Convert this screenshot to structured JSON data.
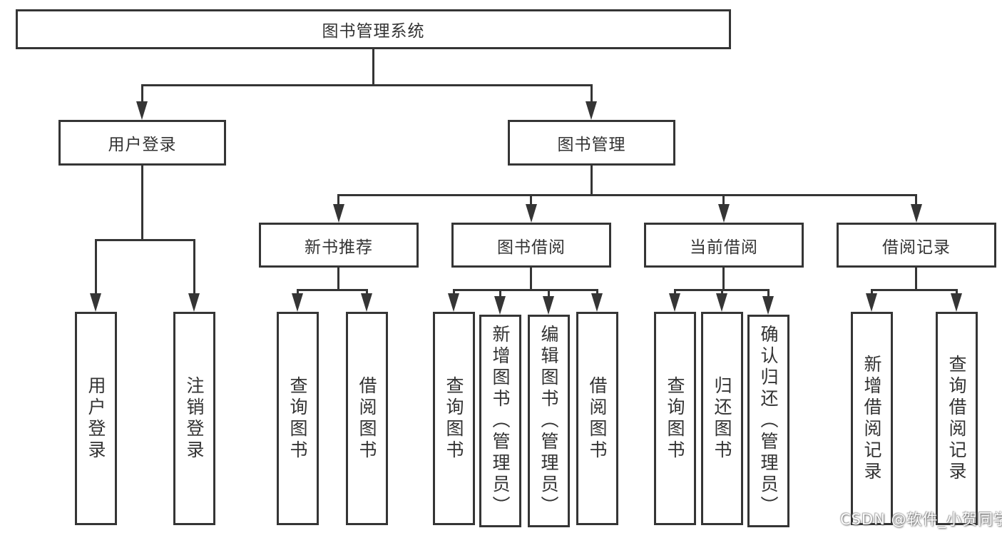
{
  "tree": {
    "root": {
      "label": "图书管理系统"
    },
    "branches": [
      {
        "label": "用户登录",
        "children": [
          "用户登录",
          "注销登录"
        ]
      },
      {
        "label": "图书管理",
        "children": [
          {
            "label": "新书推荐",
            "children": [
              "查询图书",
              "借阅图书"
            ]
          },
          {
            "label": "图书借阅",
            "children": [
              "查询图书",
              "新增图书（管理员）",
              "编辑图书（管理员）",
              "借阅图书"
            ]
          },
          {
            "label": "当前借阅",
            "children": [
              "查询图书",
              "归还图书",
              "确认归还（管理员）"
            ]
          },
          {
            "label": "借阅记录",
            "children": [
              "新增借阅记录",
              "查询借阅记录"
            ]
          }
        ]
      }
    ]
  },
  "watermark": {
    "text": "CSDN @软件_小贺同学"
  },
  "colors": {
    "line": "#353535",
    "text": "#333333",
    "background": "#ffffff",
    "watermark": "#fefefe"
  }
}
